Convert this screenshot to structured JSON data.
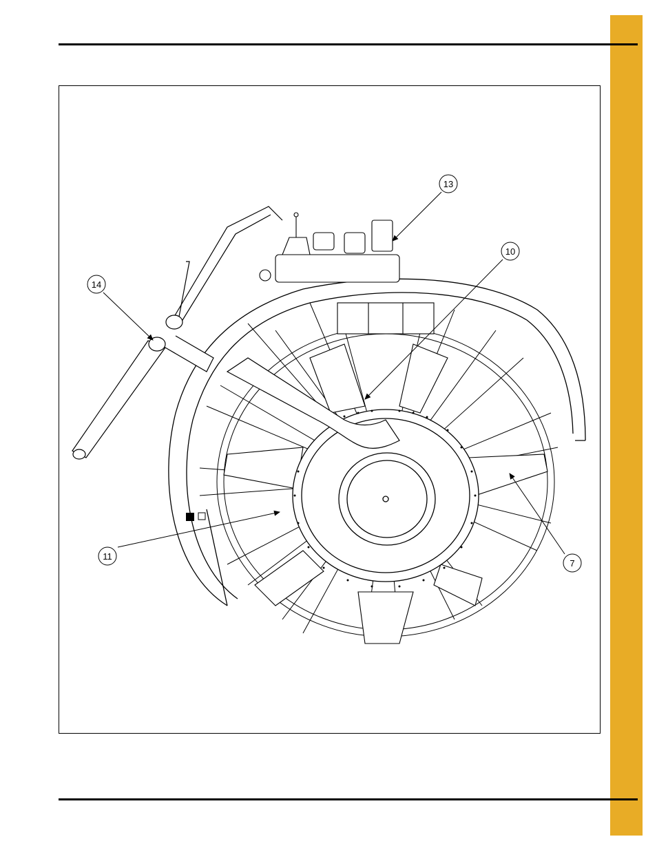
{
  "page": {
    "accent_color": "#e8ac26",
    "rule_color": "#000000"
  },
  "figure": {
    "callouts": [
      {
        "id": "c13",
        "label": "13"
      },
      {
        "id": "c10",
        "label": "10"
      },
      {
        "id": "c14",
        "label": "14"
      },
      {
        "id": "c11",
        "label": "11"
      },
      {
        "id": "c7",
        "label": "7"
      }
    ]
  }
}
